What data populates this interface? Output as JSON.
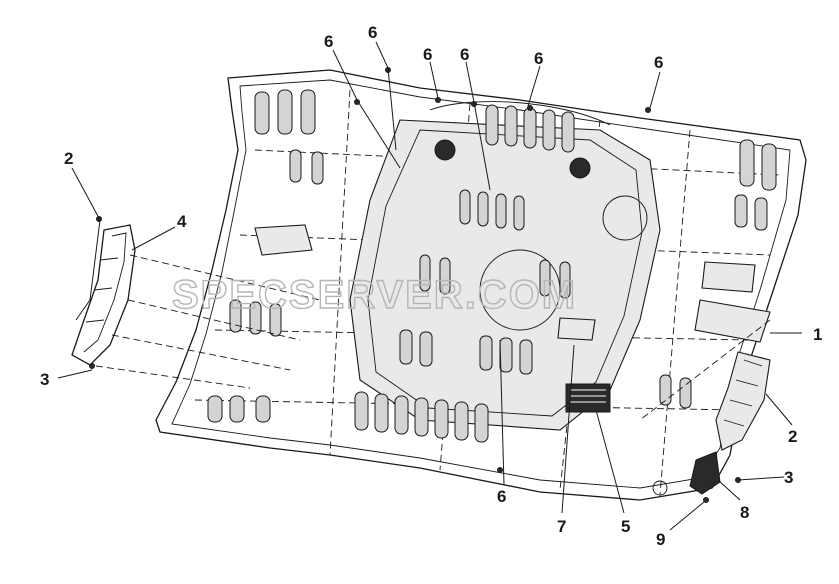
{
  "watermark": "SPECSERVER.COM",
  "callouts": [
    {
      "id": "label-1",
      "text": "1"
    },
    {
      "id": "label-2-left",
      "text": "2"
    },
    {
      "id": "label-2-right",
      "text": "2"
    },
    {
      "id": "label-3-left",
      "text": "3"
    },
    {
      "id": "label-3-right",
      "text": "3"
    },
    {
      "id": "label-4",
      "text": "4"
    },
    {
      "id": "label-5",
      "text": "5"
    },
    {
      "id": "label-6-a",
      "text": "6"
    },
    {
      "id": "label-6-b",
      "text": "6"
    },
    {
      "id": "label-6-c",
      "text": "6"
    },
    {
      "id": "label-6-d",
      "text": "6"
    },
    {
      "id": "label-6-e",
      "text": "6"
    },
    {
      "id": "label-6-f",
      "text": "6"
    },
    {
      "id": "label-6-g",
      "text": "6"
    },
    {
      "id": "label-7",
      "text": "7"
    },
    {
      "id": "label-8",
      "text": "8"
    },
    {
      "id": "label-9",
      "text": "9"
    }
  ]
}
